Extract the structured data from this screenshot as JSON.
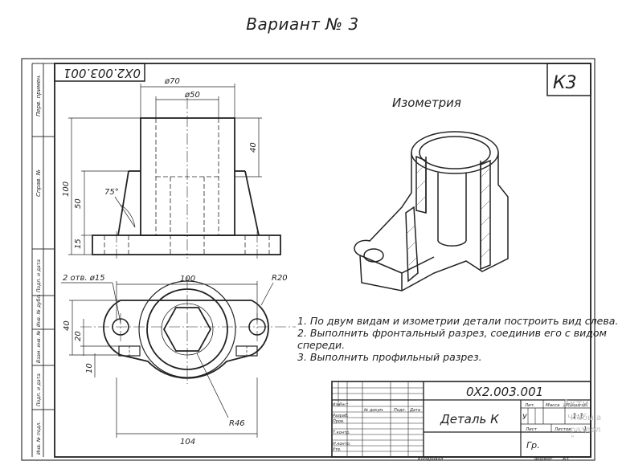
{
  "header": {
    "variant_title": "Вариант № 3"
  },
  "sheet": {
    "code_rotated": "0Х2.003.001",
    "corner_label": "К3",
    "side_stamp": [
      "Перв. примен.",
      "Справ. №",
      "Подп. и дата",
      "Инв. № дубл.",
      "Взам. инв. №",
      "Подп. и дата",
      "Инв. № подл."
    ]
  },
  "drawing": {
    "front_view": {
      "dim_d70": "ø70",
      "dim_d50": "ø50",
      "dim_40": "40",
      "dim_100": "100",
      "dim_50": "50",
      "dim_15": "15",
      "angle_75": "75°"
    },
    "top_view": {
      "holes_label": "2 отв. ø15",
      "dim_100": "100",
      "dim_r20": "R20",
      "dim_40": "40",
      "dim_20": "20",
      "dim_10": "10",
      "dim_r46": "R46",
      "dim_104": "104"
    },
    "isometric_label": "Изометрия"
  },
  "instructions": [
    "1. По двум видам и изометрии детали построить вид слева.",
    "2. Выполнить фронтальный разрез, соединив его с видом",
    "спереди.",
    "3. Выполнить профильный разрез."
  ],
  "title_block": {
    "designation": "0Х2.003.001",
    "part_name": "Деталь К",
    "row_labels": [
      "Изм.",
      "Лист",
      "№ докум.",
      "Подп.",
      "Дата",
      "Разраб.",
      "Пров.",
      "Т.контр.",
      "Н.контр.",
      "Утв."
    ],
    "lit": "Лит.",
    "mass": "Масса",
    "scale": "Масштаб",
    "scale_value": "1:1",
    "lit_value": "У",
    "sheet": "Лист",
    "sheets": "Листов",
    "sheets_value": "1",
    "group": "Гр.",
    "copied": "Копировал",
    "format": "Формат",
    "format_value": "А3"
  },
  "overlay": {
    "line1": "Акти",
    "line2": "Чтобы а",
    "line3": "раздел \""
  }
}
